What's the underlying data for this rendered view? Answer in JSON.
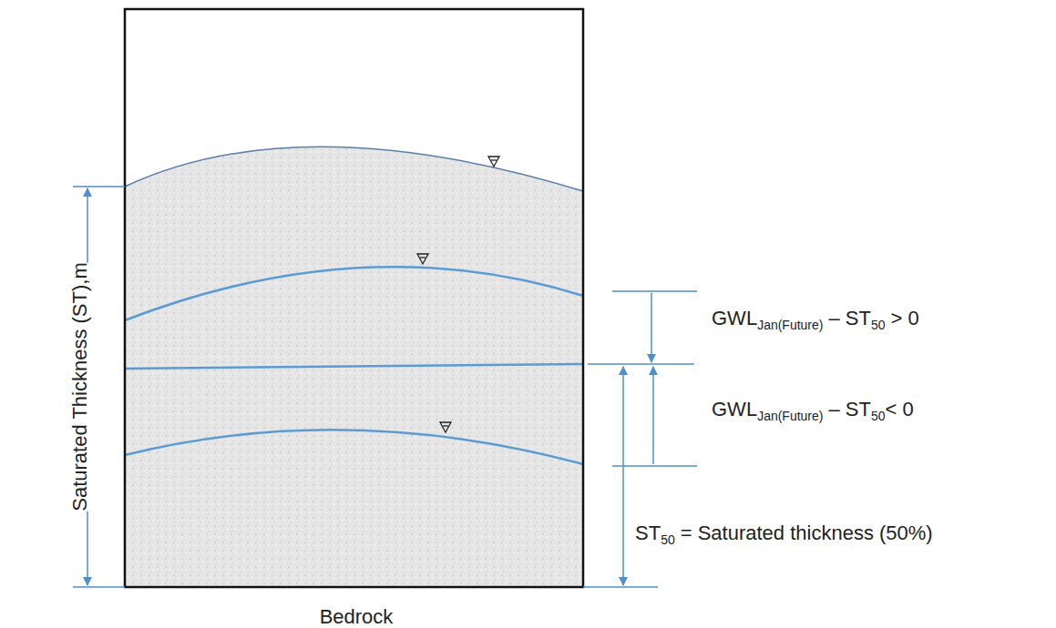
{
  "diagram": {
    "labels": [
      "Saturated Thickness (ST),m",
      "GWL",
      "Jan(Future)",
      "– ST",
      "50",
      "> 0",
      "GWL",
      "Jan(Future)",
      "– ST",
      "50",
      "< 0",
      "ST",
      "50",
      "= Saturated thickness (50%)",
      "Bedrock"
    ]
  }
}
